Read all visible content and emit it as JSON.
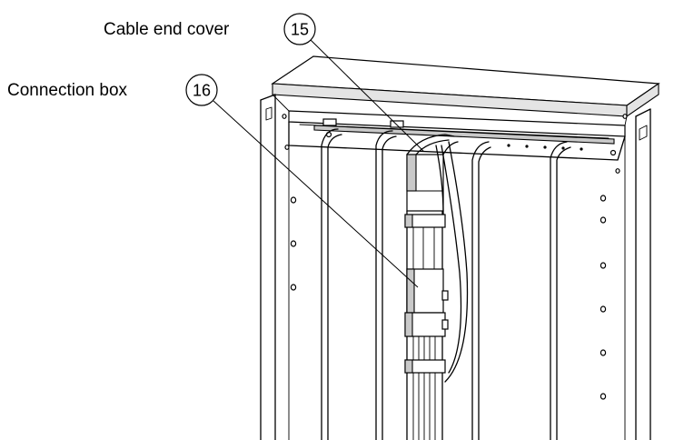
{
  "callouts": [
    {
      "label": "Cable end cover",
      "number": "15"
    },
    {
      "label": "Connection box",
      "number": "16"
    }
  ],
  "colors": {
    "line": "#000000",
    "background": "#ffffff",
    "shading": "#c9c9c9"
  }
}
